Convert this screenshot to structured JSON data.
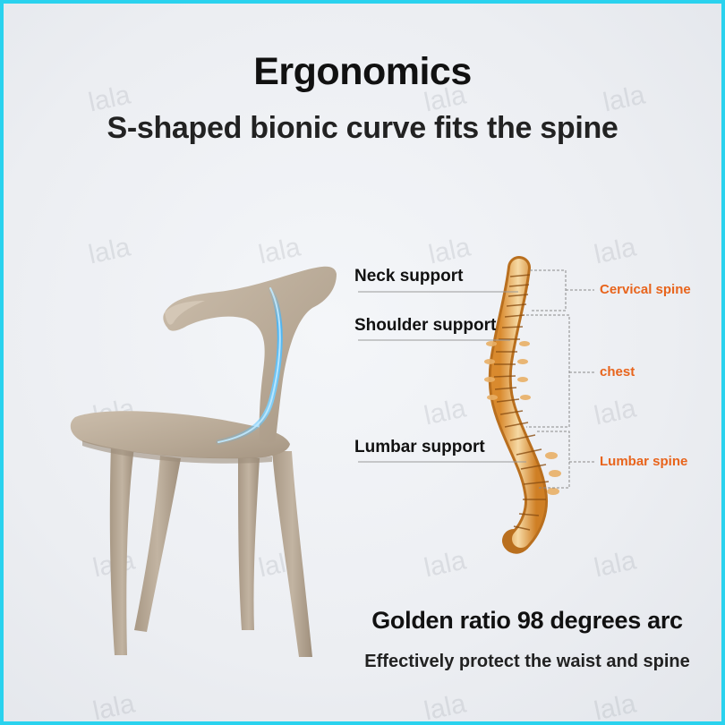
{
  "title": "Ergonomics",
  "subtitle": "S-shaped bionic curve fits the spine",
  "watermark": "lala",
  "support_labels": {
    "neck": "Neck support",
    "shoulder": "Shoulder support",
    "lumbar": "Lumbar support"
  },
  "spine_labels": {
    "cervical": "Cervical spine",
    "chest": "chest",
    "lumbar": "Lumbar spine"
  },
  "headline": "Golden ratio 98 degrees arc",
  "tagline": "Effectively protect the waist and spine",
  "colors": {
    "border": "#2ad2ee",
    "accent_orange": "#e8641c",
    "chair": "#b9aa98",
    "highlight_curve": "#3fb6ff"
  }
}
